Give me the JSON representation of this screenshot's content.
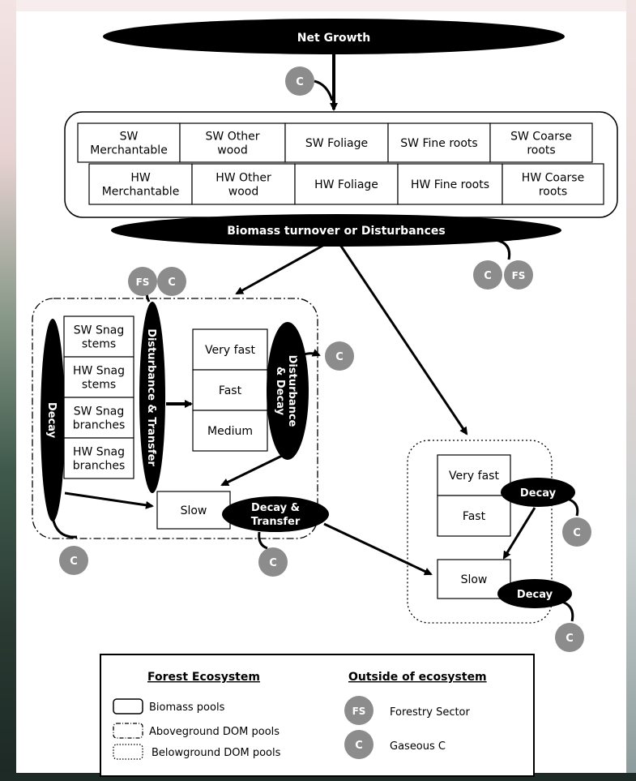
{
  "top": {
    "net_growth": "Net Growth",
    "turnover": "Biomass turnover or Disturbances"
  },
  "badges": {
    "c": "C",
    "fs": "FS"
  },
  "biomass": {
    "sw": [
      [
        "SW",
        "Merchantable"
      ],
      [
        "SW Other",
        "wood"
      ],
      [
        "SW Foliage"
      ],
      [
        "SW Fine roots"
      ],
      [
        "SW Coarse",
        "roots"
      ]
    ],
    "hw": [
      [
        "HW",
        "Merchantable"
      ],
      [
        "HW Other",
        "wood"
      ],
      [
        "HW Foliage"
      ],
      [
        "HW Fine roots"
      ],
      [
        "HW Coarse",
        "roots"
      ]
    ]
  },
  "above": {
    "snags": [
      [
        "SW Snag",
        "stems"
      ],
      [
        "HW Snag",
        "stems"
      ],
      [
        "SW Snag",
        "branches"
      ],
      [
        "HW Snag",
        "branches"
      ]
    ],
    "pools": [
      "Very fast",
      "Fast",
      "Medium"
    ],
    "slow": "Slow",
    "decay": "Decay",
    "dist_transfer": "Disturbance & Transfer",
    "dist_decay": [
      "Disturbance",
      "& Decay"
    ],
    "decay_transfer": [
      "Decay &",
      "Transfer"
    ]
  },
  "below": {
    "pools": [
      "Very fast",
      "Fast"
    ],
    "slow": "Slow",
    "decay": "Decay"
  },
  "legend": {
    "forest_title": "Forest Ecosystem",
    "outside_title": "Outside of ecosystem",
    "biomass": "Biomass pools",
    "above": "Aboveground DOM pools",
    "below": "Belowground DOM pools",
    "fs": "Forestry Sector",
    "gaseous": "Gaseous C"
  },
  "colors": {
    "ellipse": "#000000",
    "badge": "#8c8c8c",
    "box_border": "#000000"
  }
}
